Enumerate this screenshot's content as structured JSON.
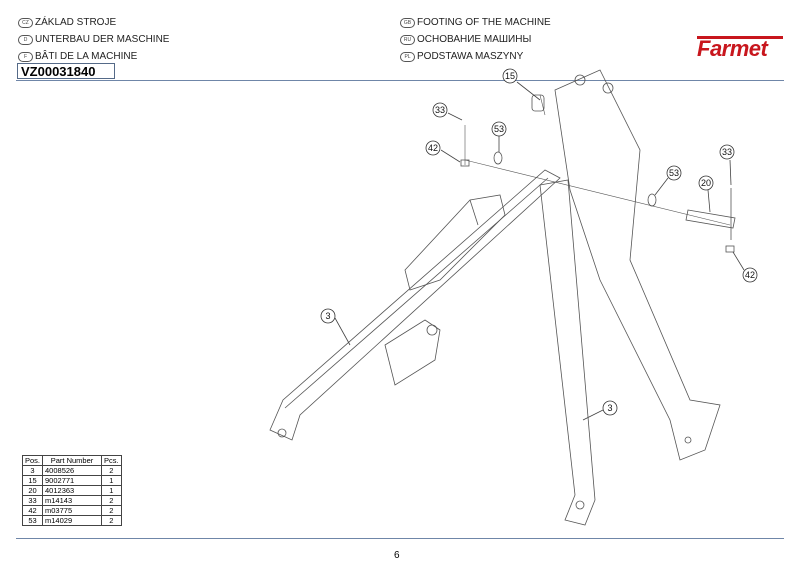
{
  "titles": [
    {
      "lang": "CZ",
      "text": "ZÁKLAD STROJE"
    },
    {
      "lang": "D",
      "text": "UNTERBAU DER MASCHINE"
    },
    {
      "lang": "F",
      "text": "BÂTI DE LA MACHINE"
    },
    {
      "lang": "GB",
      "text": "FOOTING OF THE MACHINE"
    },
    {
      "lang": "RU",
      "text": "ОСНОВАНИЕ МАШИНЫ"
    },
    {
      "lang": "PL",
      "text": "PODSTAWA MASZYNY"
    }
  ],
  "drawing_code": "VZ00031840",
  "logo": "Farmet",
  "brand_color": "#c8161d",
  "table": {
    "headers": [
      "Pos.",
      "Part Number",
      "Pcs."
    ],
    "rows": [
      [
        "3",
        "4008526",
        "2"
      ],
      [
        "15",
        "9002771",
        "1"
      ],
      [
        "20",
        "4012363",
        "1"
      ],
      [
        "33",
        "m14143",
        "2"
      ],
      [
        "42",
        "m03775",
        "2"
      ],
      [
        "53",
        "m14029",
        "2"
      ]
    ]
  },
  "callouts": [
    "15",
    "33",
    "53",
    "42",
    "53",
    "20",
    "33",
    "42",
    "3",
    "3"
  ],
  "page_number": "6"
}
